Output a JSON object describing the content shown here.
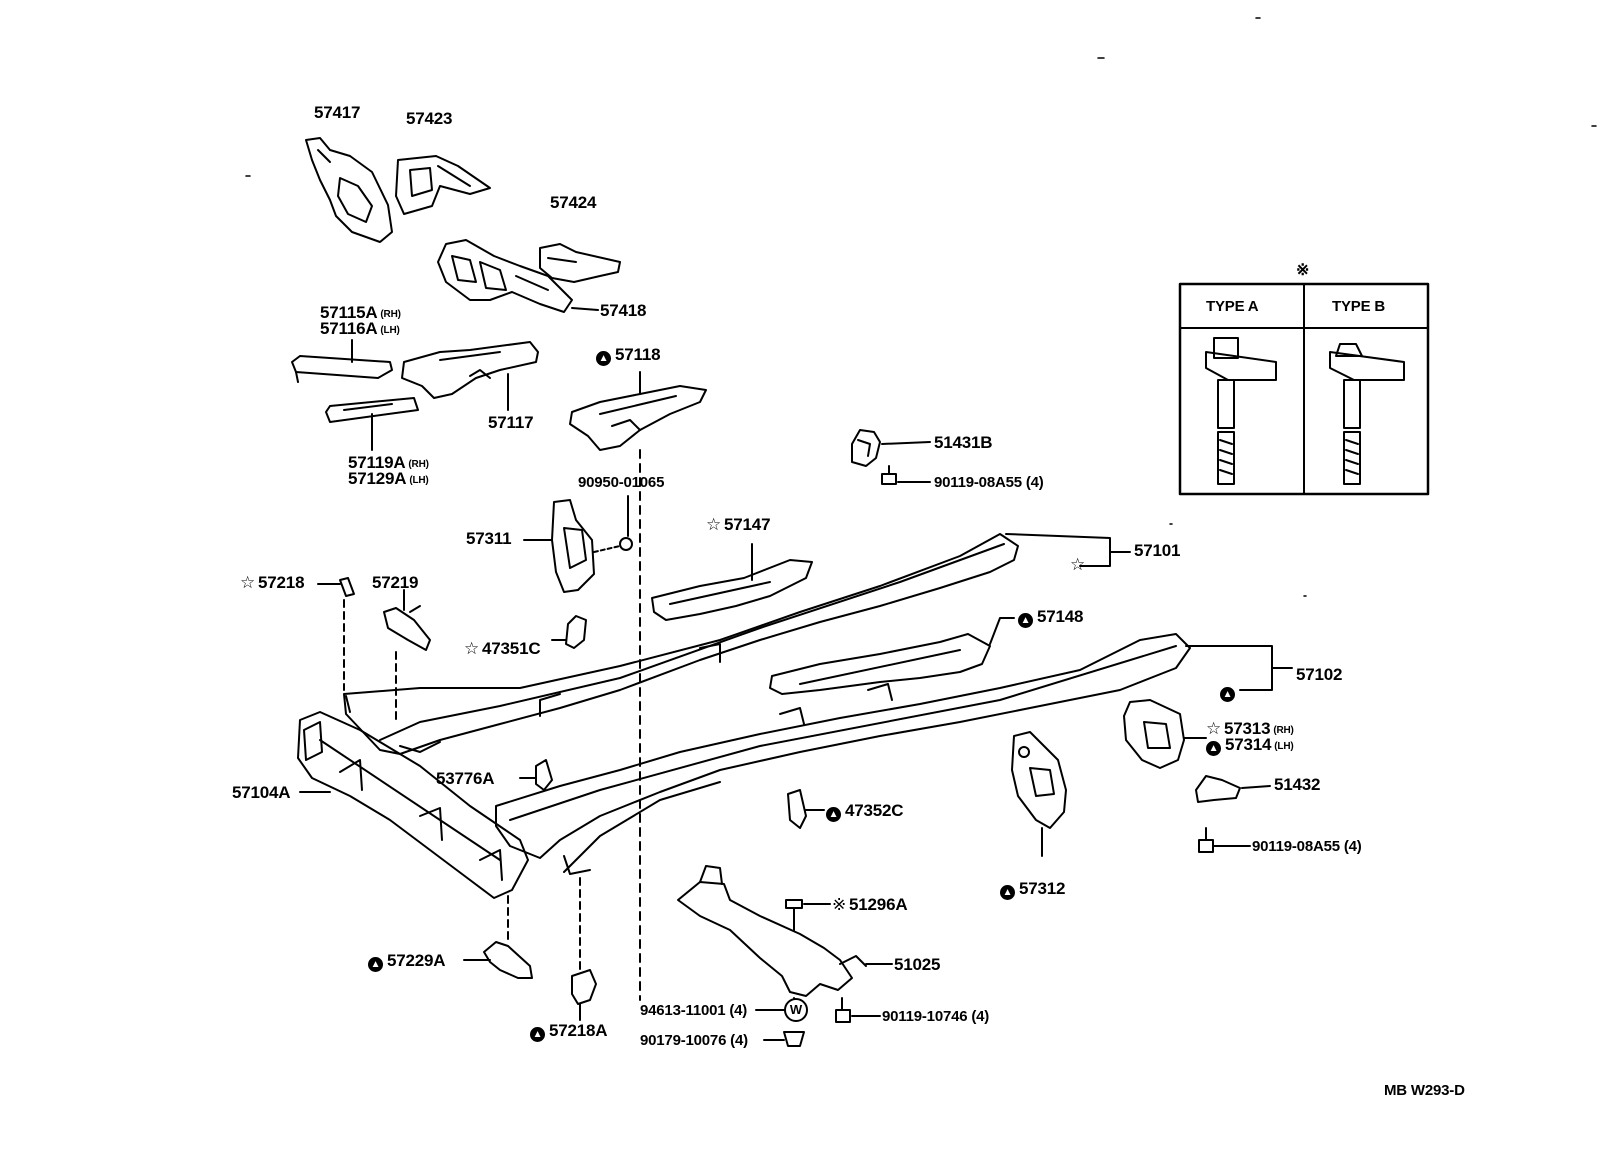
{
  "diagram": {
    "code": "MB  W293-D",
    "legend": {
      "marker": "※",
      "type_a": "TYPE A",
      "type_b": "TYPE B"
    },
    "labels": {
      "l57417": "57417",
      "l57423": "57423",
      "l57424": "57424",
      "l57418": "57418",
      "l57115a": "57115A",
      "l57116a": "57116A",
      "l57117": "57117",
      "l57119a": "57119A",
      "l57129a": "57129A",
      "l57118": "57118",
      "l51431b": "51431B",
      "l90119_08a55_top": "90119-08A55 (4)",
      "l90950": "90950-01065",
      "l57311": "57311",
      "l57147": "57147",
      "l57101": "57101",
      "l57218": "57218",
      "l57219": "57219",
      "l47351c": "47351C",
      "l57148": "57148",
      "l57102": "57102",
      "l57313": "57313",
      "l57314": "57314",
      "l51432": "51432",
      "l90119_08a55_bot": "90119-08A55 (4)",
      "l53776a": "53776A",
      "l47352c": "47352C",
      "l57312": "57312",
      "l57104a": "57104A",
      "l51296a": "51296A",
      "l51025": "51025",
      "l57229a": "57229A",
      "l94613": "94613-11001 (4)",
      "l90119_10746": "90119-10746 (4)",
      "l90179": "90179-10076 (4)",
      "l57218a": "57218A"
    },
    "side_tags": {
      "rh": "(RH)",
      "lh": "(LH)"
    },
    "symbols": {
      "triangle_circle": "▲",
      "star": "☆",
      "cross_mark": "※",
      "washer": "W"
    }
  }
}
